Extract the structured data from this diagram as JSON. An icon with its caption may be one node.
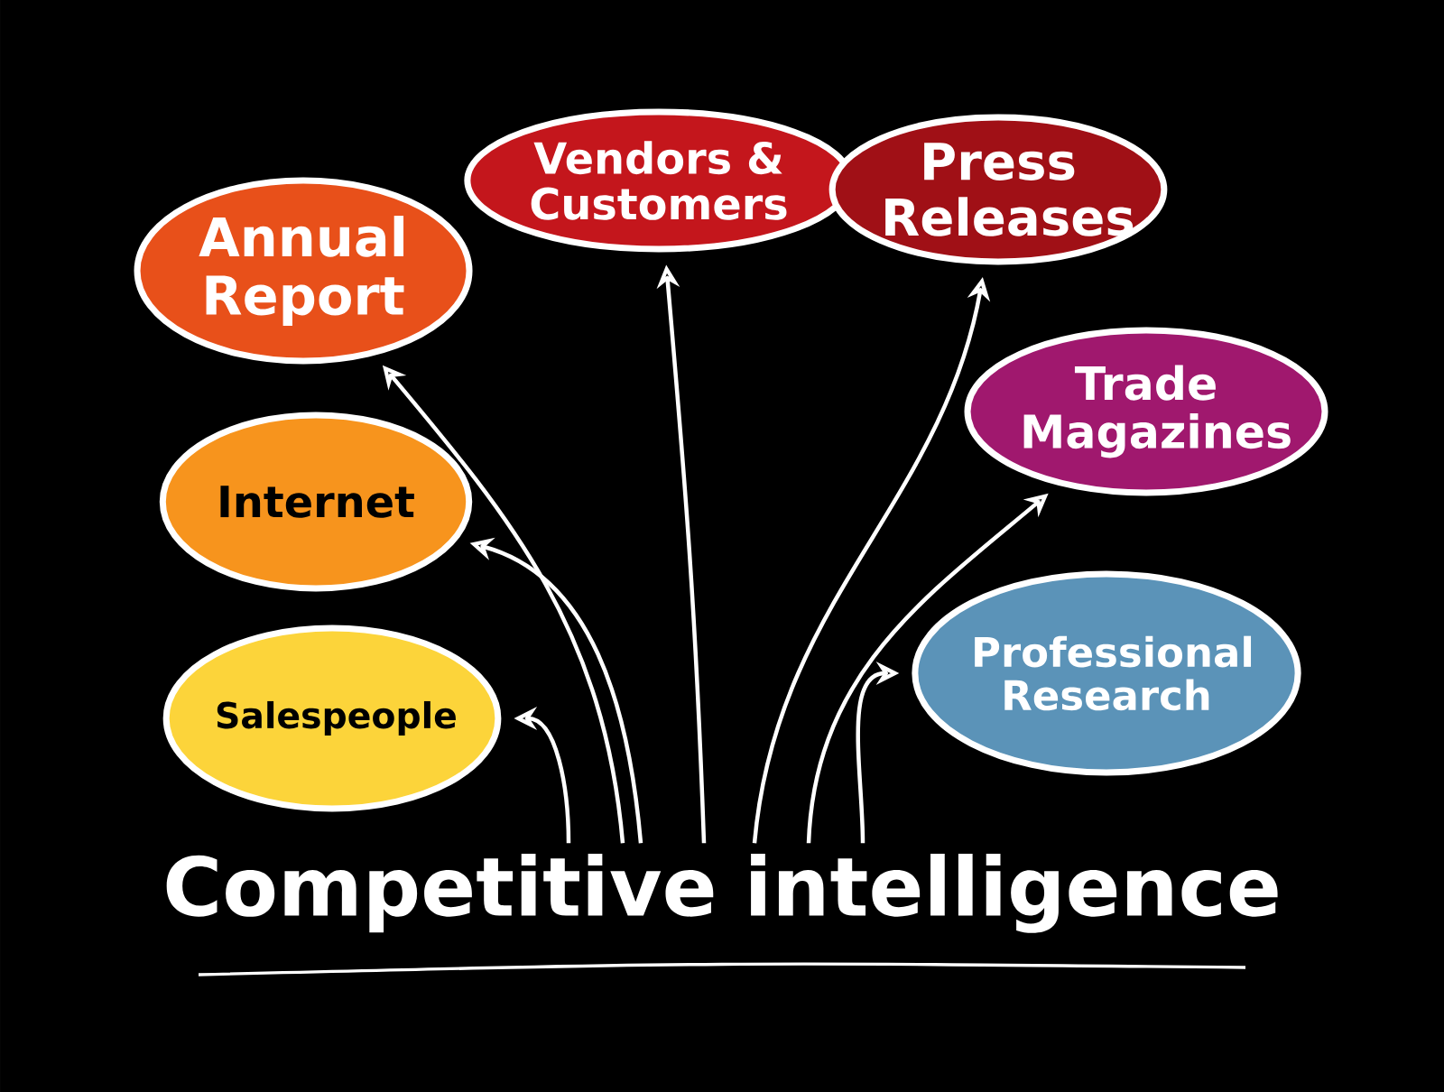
{
  "diagram": {
    "nodes": [
      {
        "text": [
          "Annual Report"
        ]
      },
      {
        "text": [
          "Vendors & Customers"
        ]
      },
      {
        "text": [
          "Press Releases"
        ]
      },
      {
        "text": [
          "Trade Magazines"
        ]
      },
      {
        "text": [
          "Internet"
        ]
      },
      {
        "text": [
          "Salespeople"
        ]
      },
      {
        "text": [
          "Professional Research"
        ]
      },
      {
        "text": [
          "Competitive intelligence"
        ]
      }
    ],
    "edges": [
      {
        "from": 7,
        "to": 0,
        "arrow": "to"
      },
      {
        "from": 7,
        "to": 1,
        "arrow": "to"
      },
      {
        "from": 7,
        "to": 2,
        "arrow": "to"
      },
      {
        "from": 7,
        "to": 3,
        "arrow": "to"
      },
      {
        "from": 7,
        "to": 4,
        "arrow": "to"
      },
      {
        "from": 7,
        "to": 5,
        "arrow": "to"
      },
      {
        "from": 7,
        "to": 6,
        "arrow": "to"
      }
    ]
  }
}
